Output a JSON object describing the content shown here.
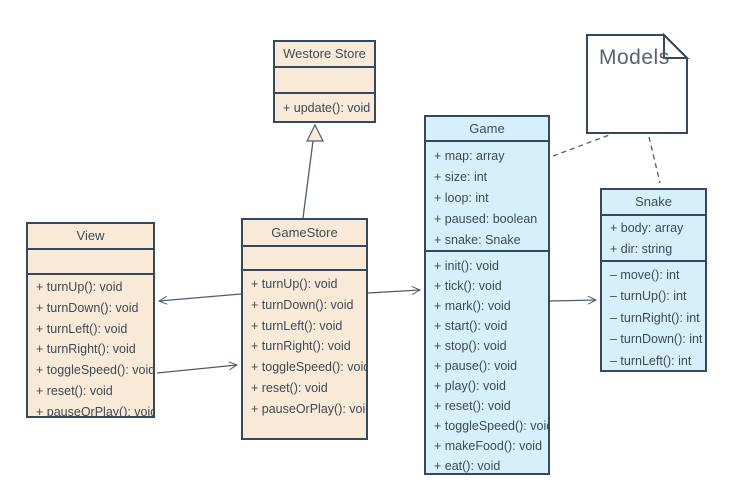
{
  "colors": {
    "background": "#ffffff",
    "storeFill": "#f8ead7",
    "modelFill": "#d6f0fb",
    "noteFill": "#ffffff",
    "border": "#34485e",
    "line": "#4d5d6d",
    "text": "#3d4a57",
    "noteText": "#566470"
  },
  "note": {
    "label": "Models"
  },
  "classes": {
    "westore": {
      "title": "Westore Store",
      "attributes": [],
      "methods": [
        "+ update(): void"
      ]
    },
    "view": {
      "title": "View",
      "attributes": [],
      "methods": [
        "+ turnUp(): void",
        "+ turnDown(): void",
        "+ turnLeft(): void",
        "+ turnRight(): void",
        "+ toggleSpeed(): void",
        "+ reset(): void",
        "+ pauseOrPlay(): void"
      ]
    },
    "gamestore": {
      "title": "GameStore",
      "attributes": [],
      "methods": [
        "+ turnUp(): void",
        "+ turnDown(): void",
        "+ turnLeft(): void",
        "+ turnRight(): void",
        "+ toggleSpeed(): void",
        "+ reset(): void",
        "+ pauseOrPlay(): void"
      ]
    },
    "game": {
      "title": "Game",
      "attributes": [
        "+ map: array",
        "+ size: int",
        "+ loop: int",
        "+ paused: boolean",
        "+ snake: Snake"
      ],
      "methods": [
        "+ init(): void",
        "+ tick(): void",
        "+ mark(): void",
        "+ start(): void",
        "+ stop(): void",
        "+ pause(): void",
        "+ play(): void",
        "+ reset(): void",
        "+ toggleSpeed(): void",
        "+ makeFood(): void",
        "+ eat(): void"
      ]
    },
    "snake": {
      "title": "Snake",
      "attributes": [
        "+ body: array",
        "+ dir: string"
      ],
      "methods": [
        "– move(): int",
        "– turnUp(): int",
        "– turnRight(): int",
        "– turnDown(): int",
        "– turnLeft(): int"
      ]
    }
  }
}
